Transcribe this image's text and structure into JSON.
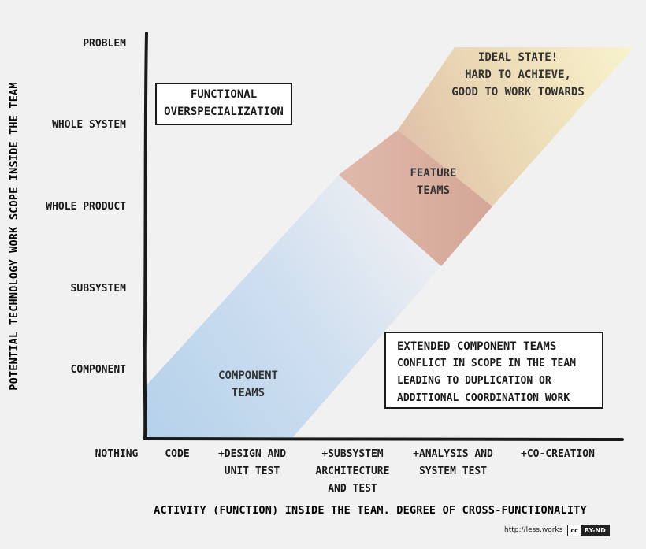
{
  "diagram": {
    "y_axis_label": "POTENTIAL TECHNOLOGY WORK SCOPE INSIDE THE TEAM",
    "x_axis_label": "ACTIVITY (FUNCTION) INSIDE THE TEAM. DEGREE OF CROSS-FUNCTIONALITY",
    "y_ticks": [
      "PROBLEM",
      "WHOLE SYSTEM",
      "WHOLE PRODUCT",
      "SUBSYSTEM",
      "COMPONENT"
    ],
    "x_ticks": [
      {
        "lines": [
          "NOTHING"
        ]
      },
      {
        "lines": [
          "CODE"
        ]
      },
      {
        "lines": [
          "+DESIGN AND",
          "UNIT TEST"
        ]
      },
      {
        "lines": [
          "+SUBSYSTEM",
          "ARCHITECTURE",
          "AND TEST"
        ]
      },
      {
        "lines": [
          "+ANALYSIS AND",
          "SYSTEM TEST"
        ]
      },
      {
        "lines": [
          "+CO-CREATION"
        ]
      }
    ],
    "functional_box": [
      "FUNCTIONAL",
      "OVERSPECIALIZATION"
    ],
    "ideal_state": [
      "IDEAL STATE!",
      "HARD TO ACHIEVE,",
      "GOOD TO WORK TOWARDS"
    ],
    "feature_teams": [
      "FEATURE",
      "TEAMS"
    ],
    "component_teams": [
      "COMPONENT",
      "TEAMS"
    ],
    "extended_box": {
      "title": "EXTENDED COMPONENT TEAMS",
      "lines": [
        "CONFLICT IN SCOPE IN THE TEAM",
        "LEADING TO DUPLICATION OR",
        "ADDITIONAL COORDINATION WORK"
      ]
    },
    "colors": {
      "component": "#b9d4ea",
      "feature": "#d9aa9a",
      "ideal": "#f6efc7",
      "axis": "#1a1a1a"
    }
  },
  "footer": {
    "url": "http://less.works",
    "license_cc": "cc",
    "license": "BY-ND"
  }
}
